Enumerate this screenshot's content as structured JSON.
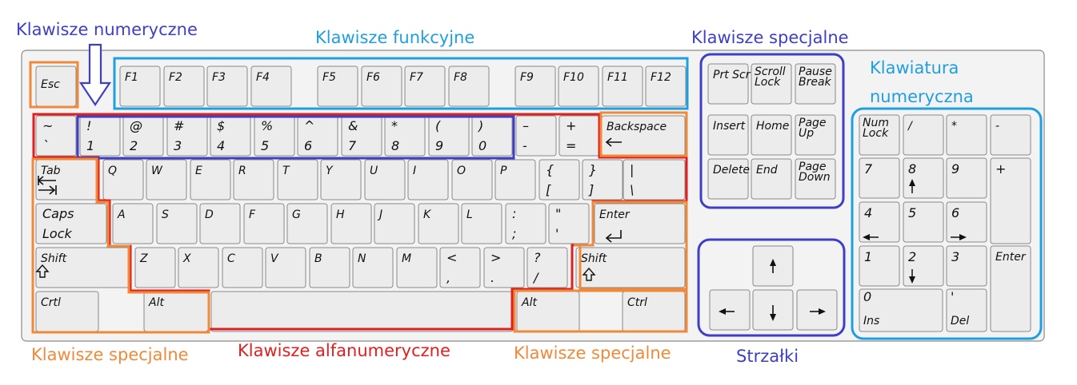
{
  "colors": {
    "numeric": "#3f3fc6",
    "function": "#1f9fe0",
    "special": "#f08a3a",
    "alnum": "#e21f1f",
    "arrows": "#3f3fc6",
    "numpad": "#1f9fe0",
    "key_fill": "#ececec",
    "key_border": "#8a8a8a",
    "case_fill": "#f3f3f3"
  },
  "group_labels": {
    "numeric_keys": "Klawisze numeryczne",
    "function_keys": "Klawisze funkcyjne",
    "special_keys_top": "Klawisze specjalne",
    "numpad_line1": "Klawiatura",
    "numpad_line2": "numeryczna",
    "special_keys_left": "Klawisze specjalne",
    "alnum_keys": "Klawisze alfanumeryczne",
    "special_keys_right": "Klawisze specjalne",
    "arrows": "Strzałki"
  },
  "keys": {
    "esc": "Esc",
    "f1": "F1",
    "f2": "F2",
    "f3": "F3",
    "f4": "F4",
    "f5": "F5",
    "f6": "F6",
    "f7": "F7",
    "f8": "F8",
    "f9": "F9",
    "f10": "F10",
    "f11": "F11",
    "f12": "F12",
    "tilde": [
      "~",
      "`"
    ],
    "d1": [
      "!",
      "1"
    ],
    "d2": [
      "@",
      "2"
    ],
    "d3": [
      "#",
      "3"
    ],
    "d4": [
      "$",
      "4"
    ],
    "d5": [
      "%",
      "5"
    ],
    "d6": [
      "^",
      "6"
    ],
    "d7": [
      "&",
      "7"
    ],
    "d8": [
      "*",
      "8"
    ],
    "d9": [
      "(",
      "9"
    ],
    "d0": [
      ")",
      "0"
    ],
    "minus": [
      "–",
      "-"
    ],
    "equal": [
      "+",
      "="
    ],
    "backspace": "Backspace",
    "tab": "Tab",
    "q": "Q",
    "w": "W",
    "e": "E",
    "r": "R",
    "t": "T",
    "y": "Y",
    "u": "U",
    "i": "I",
    "o": "O",
    "p": "P",
    "lbracket": [
      "{",
      "["
    ],
    "rbracket": [
      "}",
      "]"
    ],
    "backslash": [
      "|",
      "\\"
    ],
    "caps": [
      "Caps",
      "Lock"
    ],
    "a": "A",
    "s": "S",
    "d": "D",
    "f": "F",
    "g": "G",
    "h": "H",
    "j": "J",
    "k": "K",
    "l": "L",
    "semicolon": [
      ":",
      ";"
    ],
    "quote": [
      "\"",
      "'"
    ],
    "enter": "Enter",
    "lshift": "Shift",
    "z": "Z",
    "x": "X",
    "c": "C",
    "v": "V",
    "b": "B",
    "n": "N",
    "m": "M",
    "comma": [
      "<",
      ","
    ],
    "period": [
      ">",
      "."
    ],
    "slash": [
      "?",
      "/"
    ],
    "rshift": "Shift",
    "lctrl": "Crtl",
    "lalt": "Alt",
    "ralt": "Alt",
    "rctrl": "Ctrl",
    "prtscr": "Prt Scr",
    "scroll": [
      "Scroll",
      "Lock"
    ],
    "pause": [
      "Pause",
      "Break"
    ],
    "insert": "Insert",
    "home": "Home",
    "pageup": [
      "Page",
      "Up"
    ],
    "delete": "Delete",
    "end": "End",
    "pagedown": [
      "Page",
      "Down"
    ],
    "numlock": [
      "Num",
      "Lock"
    ],
    "npdiv": "/",
    "npmul": "*",
    "npminus": "-",
    "np7": "7",
    "np8": "8",
    "np9": "9",
    "npplus": "+",
    "np4": "4",
    "np5": "5",
    "np6": "6",
    "np1": "1",
    "np2": "2",
    "np3": "3",
    "npenter": "Enter",
    "np0": [
      "0",
      "Ins"
    ],
    "npdot": [
      "'",
      "Del"
    ]
  }
}
